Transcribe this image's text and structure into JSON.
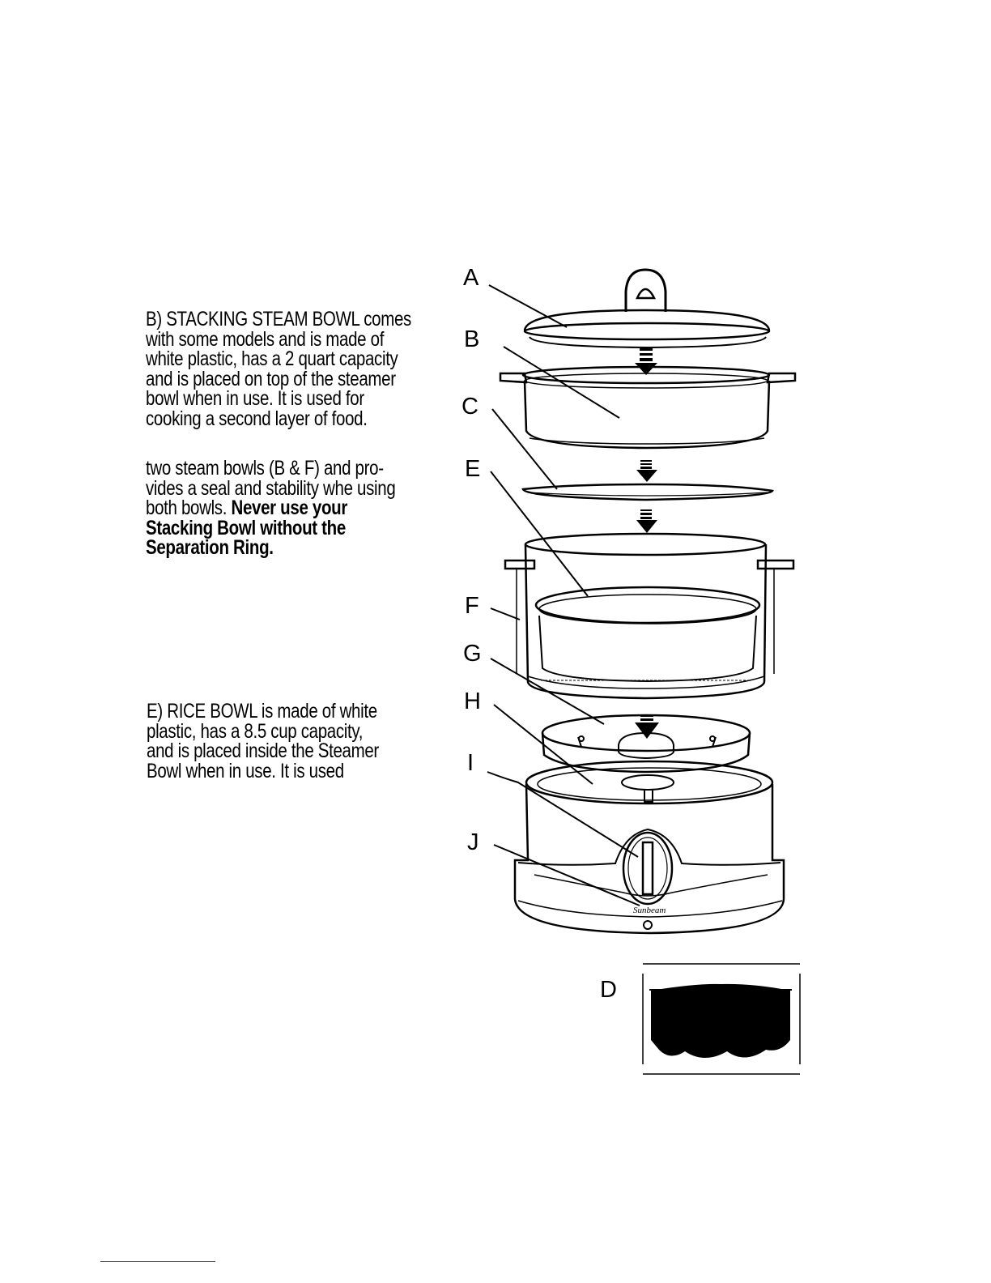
{
  "paragraphs": {
    "stacking_bowl": [
      "B) STACKING STEAM BOWL comes",
      "with some models and is made of",
      "white plastic, has a 2 quart capacity",
      "and is placed on top of the steamer",
      "bowl when in use.  It is used for",
      "cooking a second layer of food."
    ],
    "separation_ring": {
      "lines": [
        "two steam bowls (B & F) and pro-",
        "vides a seal and stability whe   using",
        "both bowls. "
      ],
      "bold_lines": [
        "Never use your",
        "Stacking Bowl without the",
        "Separation Ring."
      ]
    },
    "rice_bowl": [
      "E) RICE BOWL is made of white",
      "plastic, has a 8.5 cup capacity,",
      "and is placed inside the Steamer",
      "Bowl when in use.  It is used"
    ]
  },
  "diagram": {
    "labels": {
      "a": "A",
      "b": "B",
      "c": "C",
      "e": "E",
      "f": "F",
      "g": "G",
      "h": "H",
      "i": "I",
      "j": "J",
      "d": "D"
    },
    "brand": "Sunbeam"
  }
}
